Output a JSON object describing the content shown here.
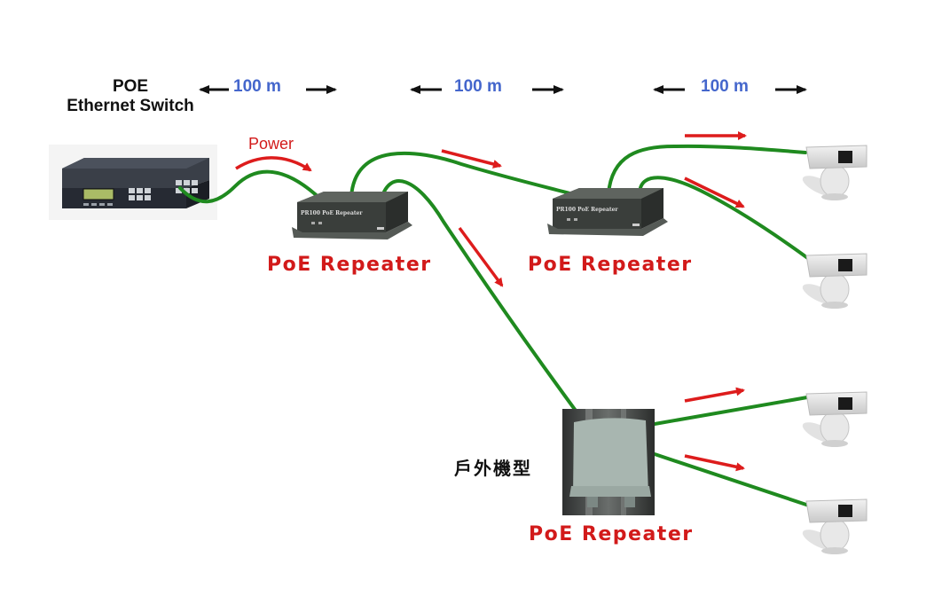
{
  "diagram": {
    "title_line1": "POE",
    "title_line2": "Ethernet Switch",
    "power_label": "Power",
    "distances": [
      "100 m",
      "100 m",
      "100 m"
    ],
    "repeaters": [
      {
        "label": "PoE Repeater",
        "model_text": "PR100 PoE Repeater",
        "type": "indoor"
      },
      {
        "label": "PoE Repeater",
        "model_text": "PR100 PoE Repeater",
        "type": "indoor"
      },
      {
        "label": "PoE Repeater",
        "type": "outdoor"
      }
    ],
    "outdoor_model_label": "戶外機型",
    "cameras": [
      "ptz-camera",
      "ptz-camera",
      "ptz-camera",
      "ptz-camera"
    ],
    "colors": {
      "cable": "#1f8a1f",
      "power_arrow": "#dd1c1c",
      "distance_text": "#4466cc",
      "repeater_text": "#d21a1a"
    }
  }
}
